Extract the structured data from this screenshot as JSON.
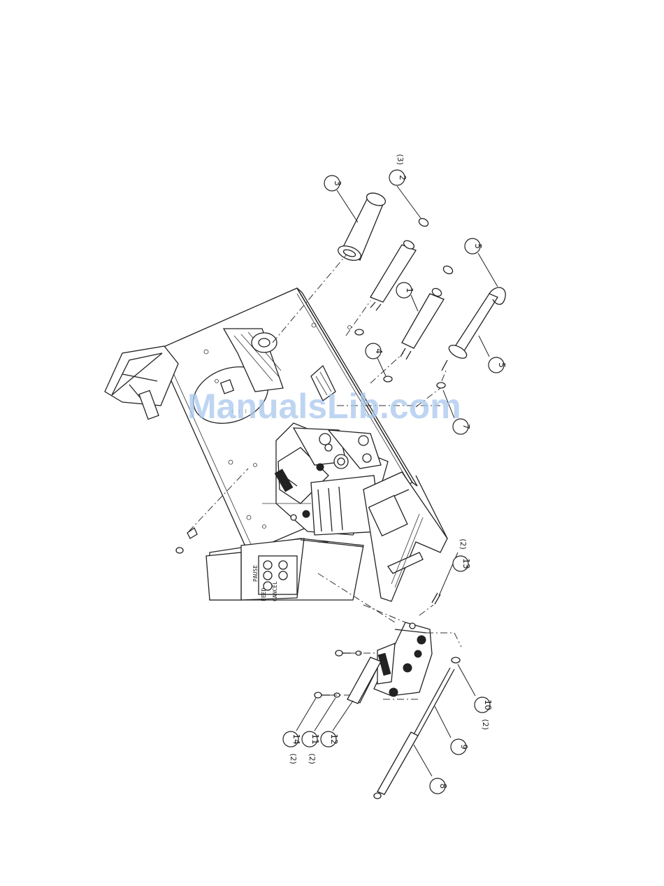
{
  "diagram": {
    "watermark": "ManualsLib.com",
    "panel_labels": [
      "PAUSE",
      "FEED",
      "CANCEL"
    ],
    "callouts": [
      {
        "id": "c1",
        "label": "1",
        "qty": ""
      },
      {
        "id": "c2",
        "label": "2",
        "qty": "(3)"
      },
      {
        "id": "c3",
        "label": "3",
        "qty": ""
      },
      {
        "id": "c4",
        "label": "4",
        "qty": ""
      },
      {
        "id": "c5a",
        "label": "5",
        "qty": ""
      },
      {
        "id": "c5b",
        "label": "5",
        "qty": ""
      },
      {
        "id": "c7",
        "label": "7",
        "qty": ""
      },
      {
        "id": "c8",
        "label": "8",
        "qty": ""
      },
      {
        "id": "c9",
        "label": "9",
        "qty": ""
      },
      {
        "id": "c10",
        "label": "10",
        "qty": "(2)"
      },
      {
        "id": "c11",
        "label": "11",
        "qty": "(2)"
      },
      {
        "id": "c12",
        "label": "12",
        "qty": ""
      },
      {
        "id": "c13",
        "label": "13",
        "qty": "(2)"
      },
      {
        "id": "c14",
        "label": "14",
        "qty": "(2)"
      }
    ]
  }
}
